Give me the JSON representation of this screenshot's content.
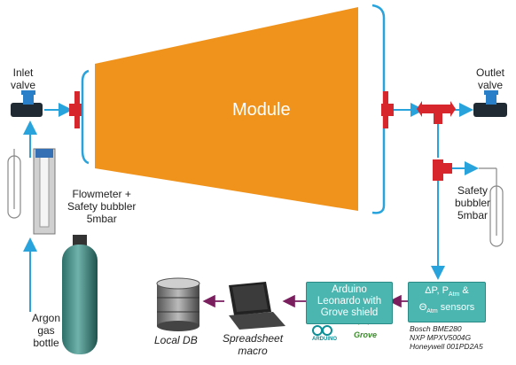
{
  "module": {
    "label": "Module",
    "fill": "#f0931d"
  },
  "inlet_valve": {
    "line1": "Inlet",
    "line2": "valve"
  },
  "outlet_valve": {
    "line1": "Outlet",
    "line2": "valve"
  },
  "flowmeter": {
    "line1": "Flowmeter +",
    "line2": "Safety bubbler",
    "line3": "5mbar"
  },
  "safety_bubbler": {
    "line1": "Safety",
    "line2": "bubbler",
    "line3": "5mbar"
  },
  "gas_bottle": {
    "line1": "Argon",
    "line2": "gas",
    "line3": "bottle"
  },
  "arduino": {
    "line1": "Arduino",
    "line2": "Leonardo with",
    "line3": "Grove shield",
    "logo1": "ARDUINO",
    "logo2": "Grove"
  },
  "sensors": {
    "title": "ΔP, P_Atm & Θ_Atm sensors",
    "part1": "Bosch BME280",
    "part2": "NXP MPXV5004G",
    "part3": "Honeywell 001PD2A5"
  },
  "spreadsheet": {
    "line1": "Spreadsheet",
    "line2": "macro"
  },
  "local_db": {
    "label": "Local DB"
  },
  "colors": {
    "gas_line": "#29a3dc",
    "data_line": "#7a1e5e",
    "connector": "#d7262c",
    "box": "#4bb6b0"
  }
}
